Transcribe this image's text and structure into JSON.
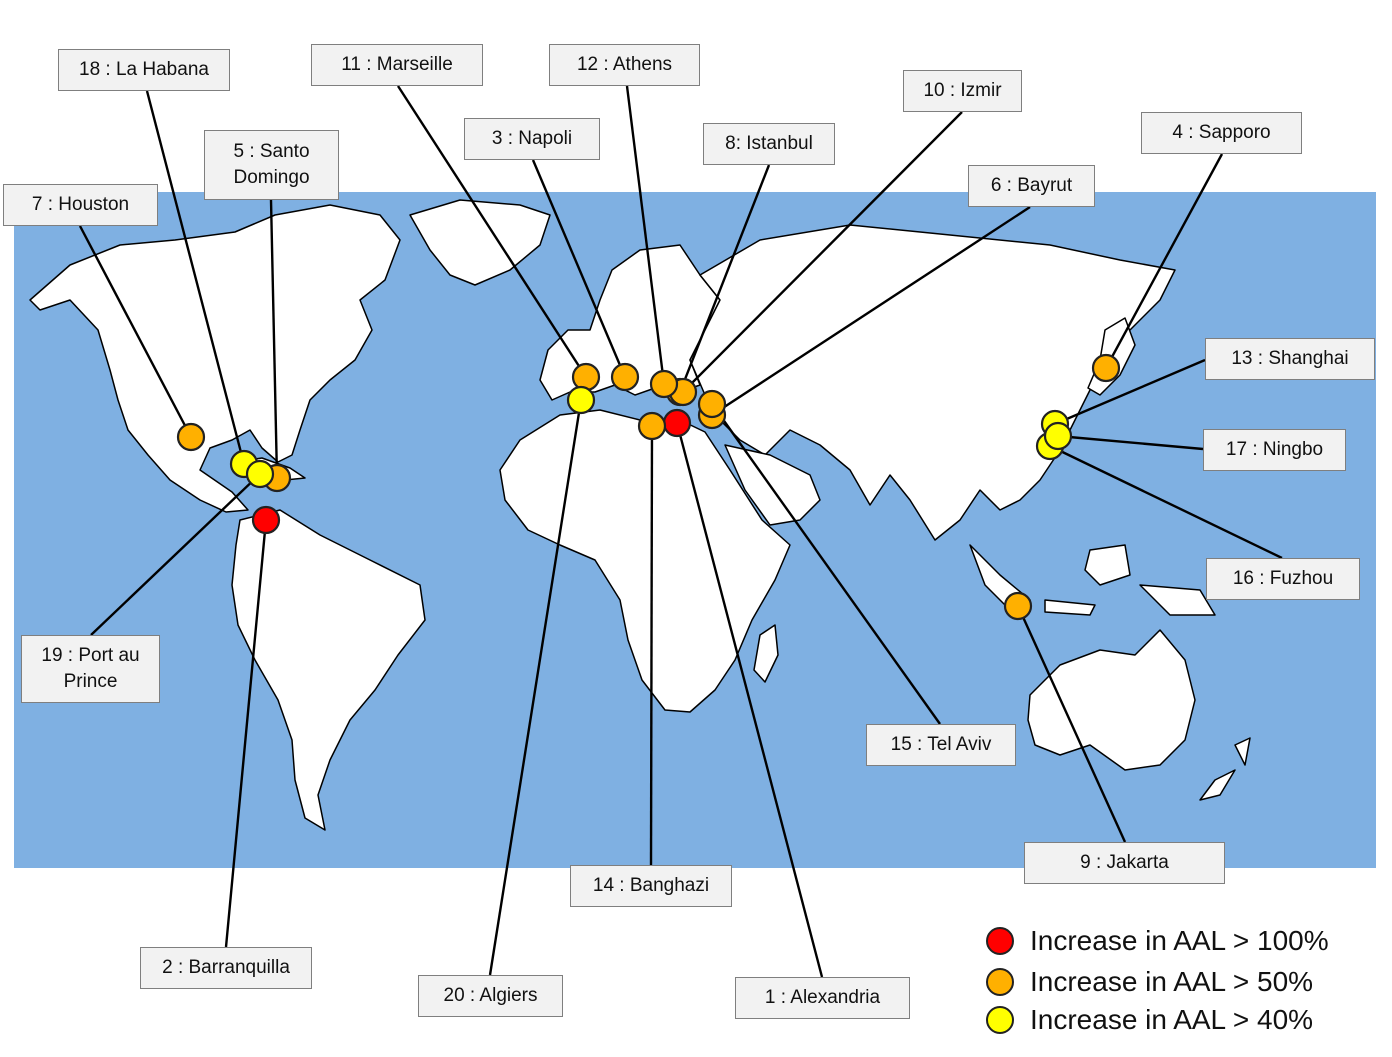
{
  "colors": {
    "ocean": "#7fb0e2",
    "land": "#ffffff",
    "red": "#ff0000",
    "orange": "#ffb000",
    "yellow": "#ffff00"
  },
  "cities": [
    {
      "label": "1 : Alexandria",
      "cat": "red"
    },
    {
      "label": "2 : Barranquilla",
      "cat": "red"
    },
    {
      "label": "3 : Napoli",
      "cat": "orange"
    },
    {
      "label": "4 : Sapporo",
      "cat": "orange"
    },
    {
      "label": "5 : Santo Domingo",
      "cat": "orange"
    },
    {
      "label": "6 : Bayrut",
      "cat": "orange"
    },
    {
      "label": "7 : Houston",
      "cat": "orange"
    },
    {
      "label": "8: Istanbul",
      "cat": "orange"
    },
    {
      "label": "9 : Jakarta",
      "cat": "orange"
    },
    {
      "label": "10 : Izmir",
      "cat": "orange"
    },
    {
      "label": "11 : Marseille",
      "cat": "orange"
    },
    {
      "label": "12 : Athens",
      "cat": "orange"
    },
    {
      "label": "13 : Shanghai",
      "cat": "yellow"
    },
    {
      "label": "14 : Banghazi",
      "cat": "orange"
    },
    {
      "label": "15 : Tel Aviv",
      "cat": "orange"
    },
    {
      "label": "16 : Fuzhou",
      "cat": "yellow"
    },
    {
      "label": "17 : Ningbo",
      "cat": "yellow"
    },
    {
      "label": "18 : La Habana",
      "cat": "yellow"
    },
    {
      "label": "19 : Port au Prince",
      "cat": "yellow"
    },
    {
      "label": "20 : Algiers",
      "cat": "yellow"
    }
  ],
  "legend": [
    {
      "label": "Increase in AAL > 100%",
      "cat": "red"
    },
    {
      "label": "Increase in AAL > 50%",
      "cat": "orange"
    },
    {
      "label": "Increase in AAL > 40%",
      "cat": "yellow"
    }
  ]
}
